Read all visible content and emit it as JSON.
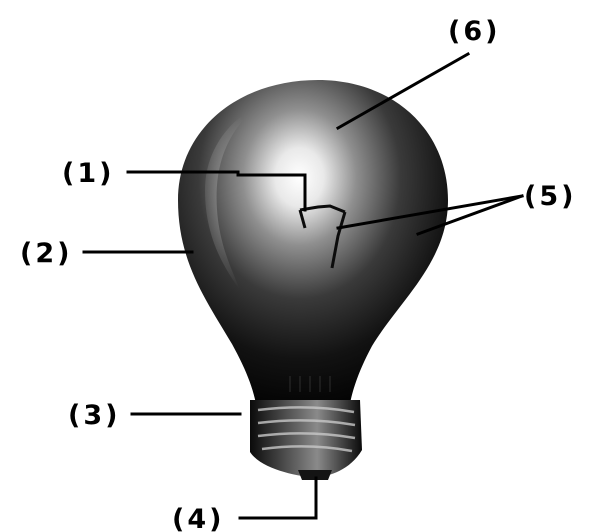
{
  "diagram": {
    "callouts": {
      "c1": "(1)",
      "c2": "(2)",
      "c3": "(3)",
      "c4": "(4)",
      "c5": "(5)",
      "c6": "(6)"
    }
  }
}
